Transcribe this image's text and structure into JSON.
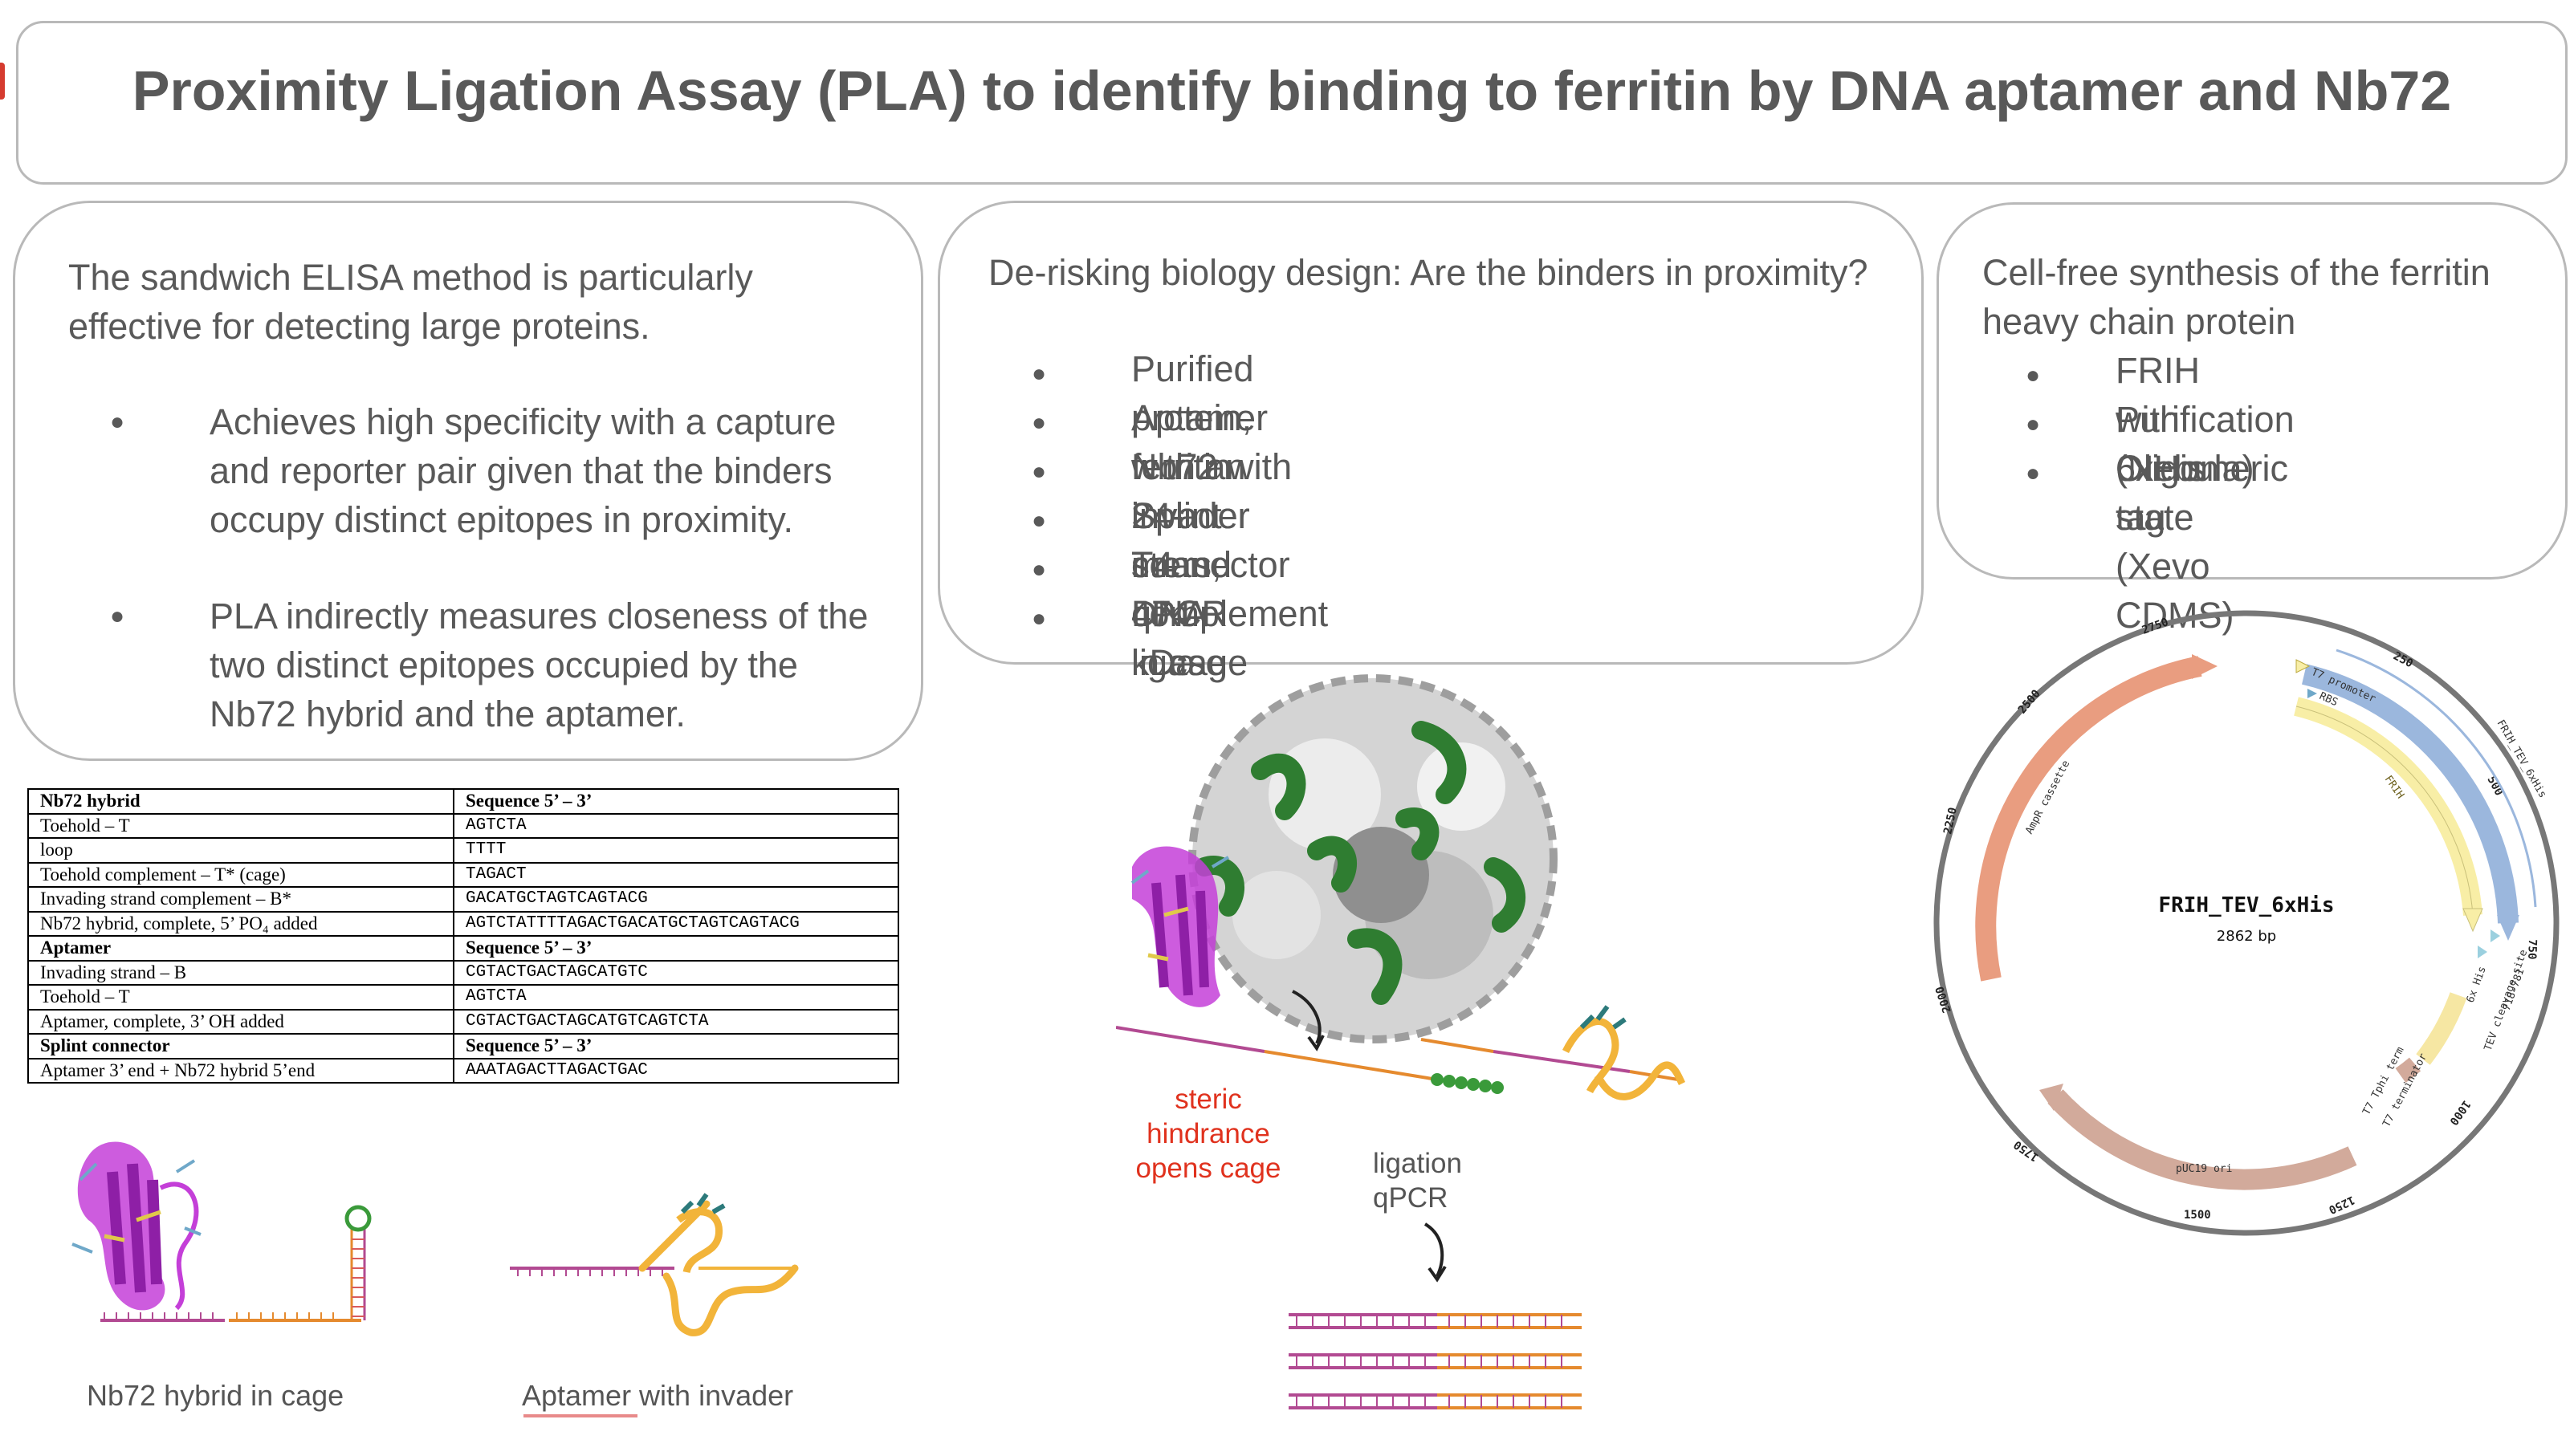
{
  "title": "Proximity Ligation Assay (PLA) to identify binding to ferritin by DNA aptamer and Nb72",
  "panel_left": {
    "intro": [
      "The sandwich ELISA method is particularly",
      "effective for detecting large proteins."
    ],
    "bullets": [
      [
        "Achieves high specificity with a capture",
        "and reporter pair given that the binders",
        "occupy distinct epitopes in proximity."
      ],
      [
        "PLA indirectly measures closeness of the",
        "two distinct epitopes occupied by the",
        "Nb72 hybrid and the aptamer."
      ]
    ]
  },
  "panel_middle": {
    "heading": "De-risking biology design: Are the binders in proximity?",
    "bullets": [
      "Purified protein, ferritin 24-mers, 474 kDa",
      "Aptamer with an invader strand",
      "Nb72 with invader strand complement in cage",
      "Splint connector",
      "T4 DNA ligase",
      "qPCR"
    ]
  },
  "panel_right": {
    "intro": [
      "Cell-free synthesis of the ferritin",
      "heavy chain protein"
    ],
    "bullets": [
      [
        "FRIH with 6xHis tag"
      ],
      [
        "Purification (Nebula)"
      ],
      [
        "Oligomeric state",
        "(Xevo CDMS)"
      ]
    ]
  },
  "bullet_glyph": "●",
  "sequence_table": {
    "rows": [
      {
        "label": "Nb72 hybrid",
        "seq": "Sequence 5’ –  3’",
        "header": true
      },
      {
        "label": "Toehold – T",
        "seq": "AGTCTA"
      },
      {
        "label": "loop",
        "seq": "TTTT"
      },
      {
        "label": "Toehold complement – T* (cage)",
        "seq": "TAGACT"
      },
      {
        "label": "Invading strand complement – B*",
        "seq": "GACATGCTAGTCAGTACG"
      },
      {
        "label": "Nb72 hybrid, complete, 5’ PO₄ added",
        "seq": "AGTCTATTTTAGACTGACATGCTAGTCAGTACG"
      },
      {
        "label": "Aptamer",
        "seq": "Sequence 5’ –  3’",
        "header": true
      },
      {
        "label": "Invading strand – B",
        "seq": "CGTACTGACTAGCATGTC"
      },
      {
        "label": "Toehold – T",
        "seq": "AGTCTA"
      },
      {
        "label": "Aptamer, complete, 3’ OH added",
        "seq": "CGTACTGACTAGCATGTCAGTCTA"
      },
      {
        "label": "Splint connector",
        "seq": "Sequence 5’ –  3’",
        "header": true
      },
      {
        "label": "Aptamer 3’ end + Nb72 hybrid 5’end",
        "seq": "AAATAGACTTAGACTGAC"
      }
    ]
  },
  "captions": {
    "nb72_cage": "Nb72 hybrid in cage",
    "aptamer_invader": "Aptamer with invader",
    "steric": [
      "steric",
      "hindrance",
      "opens cage"
    ],
    "ligation": [
      "ligation",
      "qPCR"
    ]
  },
  "plasmid": {
    "name": "FRIH_TEV_6xHis",
    "size": "2862 bp",
    "ticks": [
      "250",
      "500",
      "750",
      "1000",
      "1250",
      "1500",
      "1750",
      "2000",
      "2250",
      "2500",
      "2750"
    ],
    "features": {
      "frih_outer": "FRIH_TEV_6xHis",
      "frih_inner": "FRIH",
      "frih_yellow": "FRIH",
      "t7_promoter": "T7 promoter",
      "rbs": "RBS",
      "his6": "6x His",
      "tev": "TEV cleavage site",
      "tev_range": "718-781",
      "t7_tphi": "T7 Tphi term",
      "t7_term": "T7 terminator",
      "puc_ori": "pUC19 ori",
      "ampr": "AmpR cassette"
    },
    "colors": {
      "frih": "#9bb7dd",
      "yellow": "#f8eea6",
      "ampr": "#e99d80",
      "ori": "#d2aa9b",
      "tev": "#f6e7a3"
    }
  },
  "colors": {
    "nb72": "#c43fd8",
    "aptamer": "#f2b43a",
    "dna_purple": "#b24a92",
    "dna_orange": "#e58a2e",
    "ferritin_green": "#2f7d31",
    "hairpin": "#3a9a3a"
  }
}
